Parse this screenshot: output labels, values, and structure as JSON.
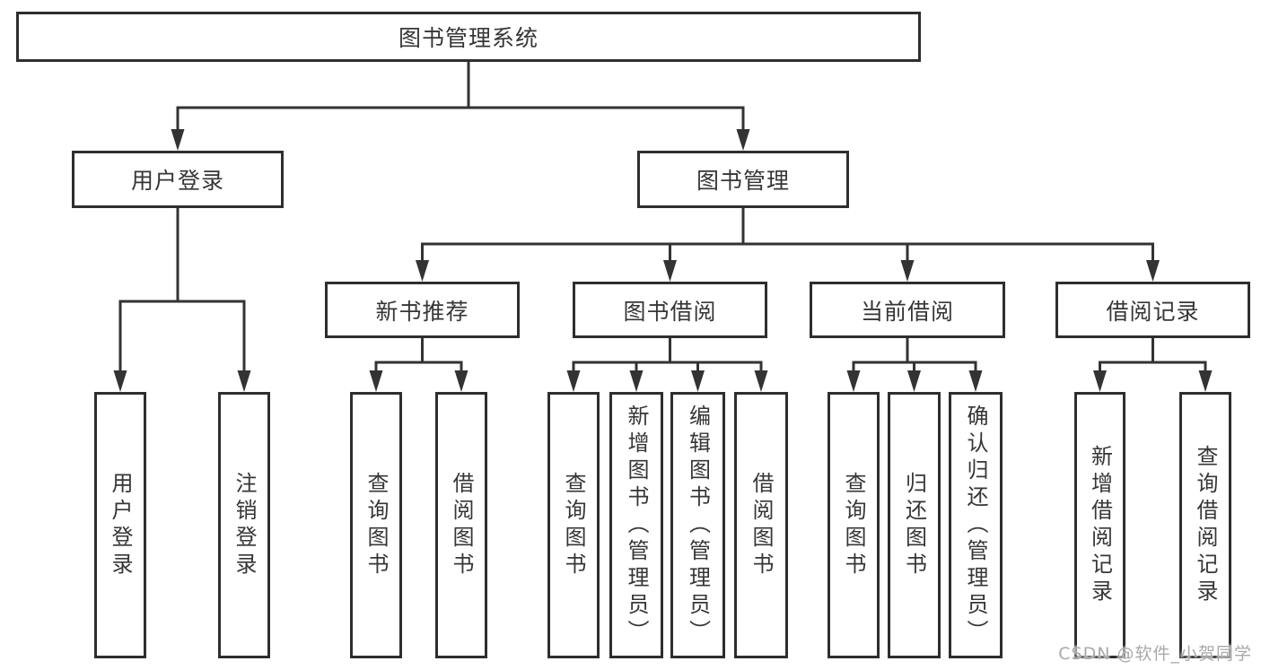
{
  "diagram": {
    "tree": {
      "label": "图书管理系统",
      "children": [
        {
          "label": "用户登录",
          "children": [
            {
              "label": "用户登录"
            },
            {
              "label": "注销登录"
            }
          ]
        },
        {
          "label": "图书管理",
          "children": [
            {
              "label": "新书推荐",
              "children": [
                {
                  "label": "查询图书"
                },
                {
                  "label": "借阅图书"
                }
              ]
            },
            {
              "label": "图书借阅",
              "children": [
                {
                  "label": "查询图书"
                },
                {
                  "label": "新增图书（管理员）"
                },
                {
                  "label": "编辑图书（管理员）"
                },
                {
                  "label": "借阅图书"
                }
              ]
            },
            {
              "label": "当前借阅",
              "children": [
                {
                  "label": "查询图书"
                },
                {
                  "label": "归还图书"
                },
                {
                  "label": "确认归还（管理员）"
                }
              ]
            },
            {
              "label": "借阅记录",
              "children": [
                {
                  "label": "新增借阅记录"
                },
                {
                  "label": "查询借阅记录"
                }
              ]
            }
          ]
        }
      ]
    },
    "colors": {
      "line": "#333333",
      "box_border": "#2e2e2e",
      "text": "#363636",
      "box_background": "#ffffff",
      "watermark_text": "#a9a9a9",
      "page_background": "#ffffff"
    }
  },
  "watermark": {
    "text": "CSDN @软件_小贺同学"
  }
}
